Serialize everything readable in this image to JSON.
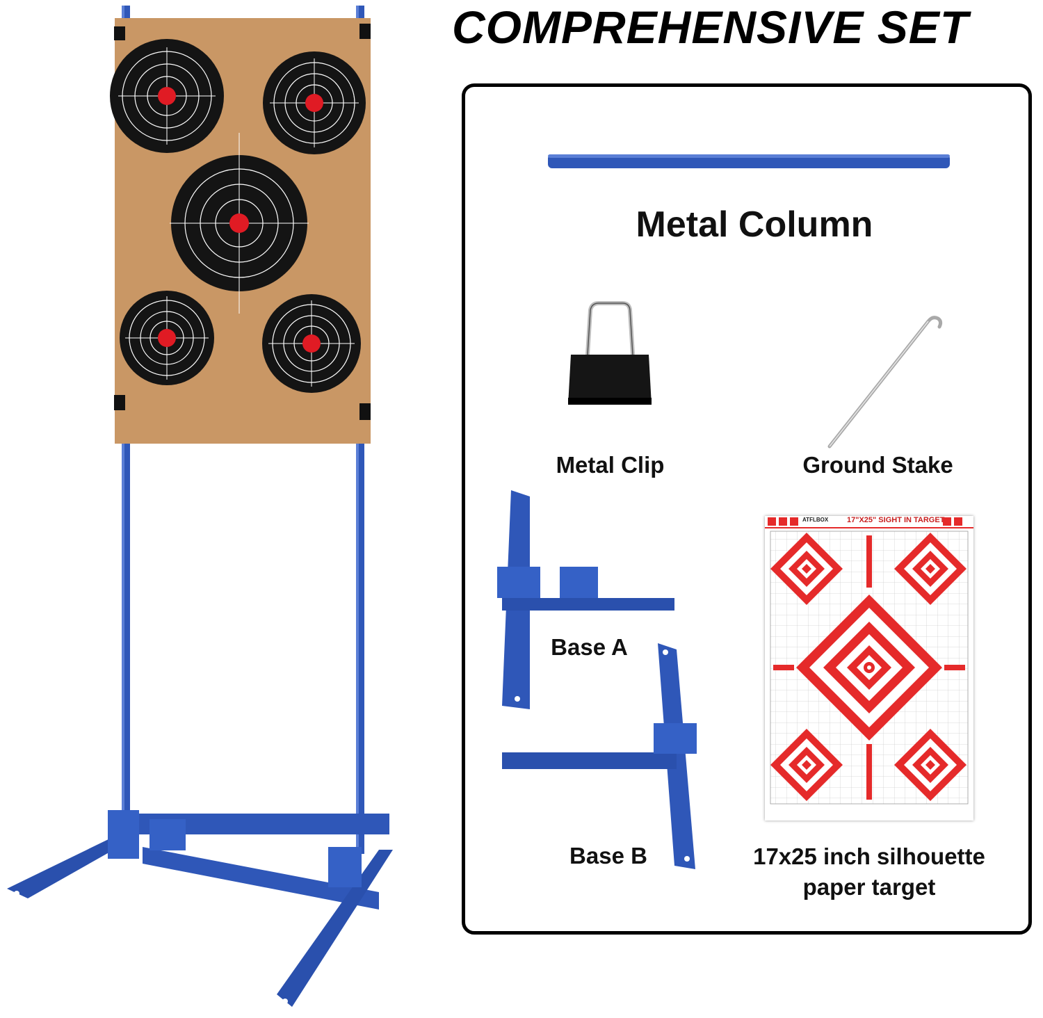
{
  "headline": "COMPREHENSIVE SET",
  "colors": {
    "frame_blue": "#2f57b8",
    "frame_blue_dark": "#1d3d8f",
    "cardboard": "#c99765",
    "target_black": "#141414",
    "bullseye_red": "#e01b24",
    "sight_red": "#e52a2a"
  },
  "items": {
    "metal_column": "Metal Column",
    "metal_clip": "Metal Clip",
    "ground_stake": "Ground Stake",
    "base_a": "Base A",
    "base_b": "Base B",
    "paper_target_line1": "17x25 inch silhouette",
    "paper_target_line2": "paper target"
  },
  "sight_target": {
    "brand": "ATFLBOX",
    "title": "17\"X25\" SIGHT IN TARGET"
  }
}
